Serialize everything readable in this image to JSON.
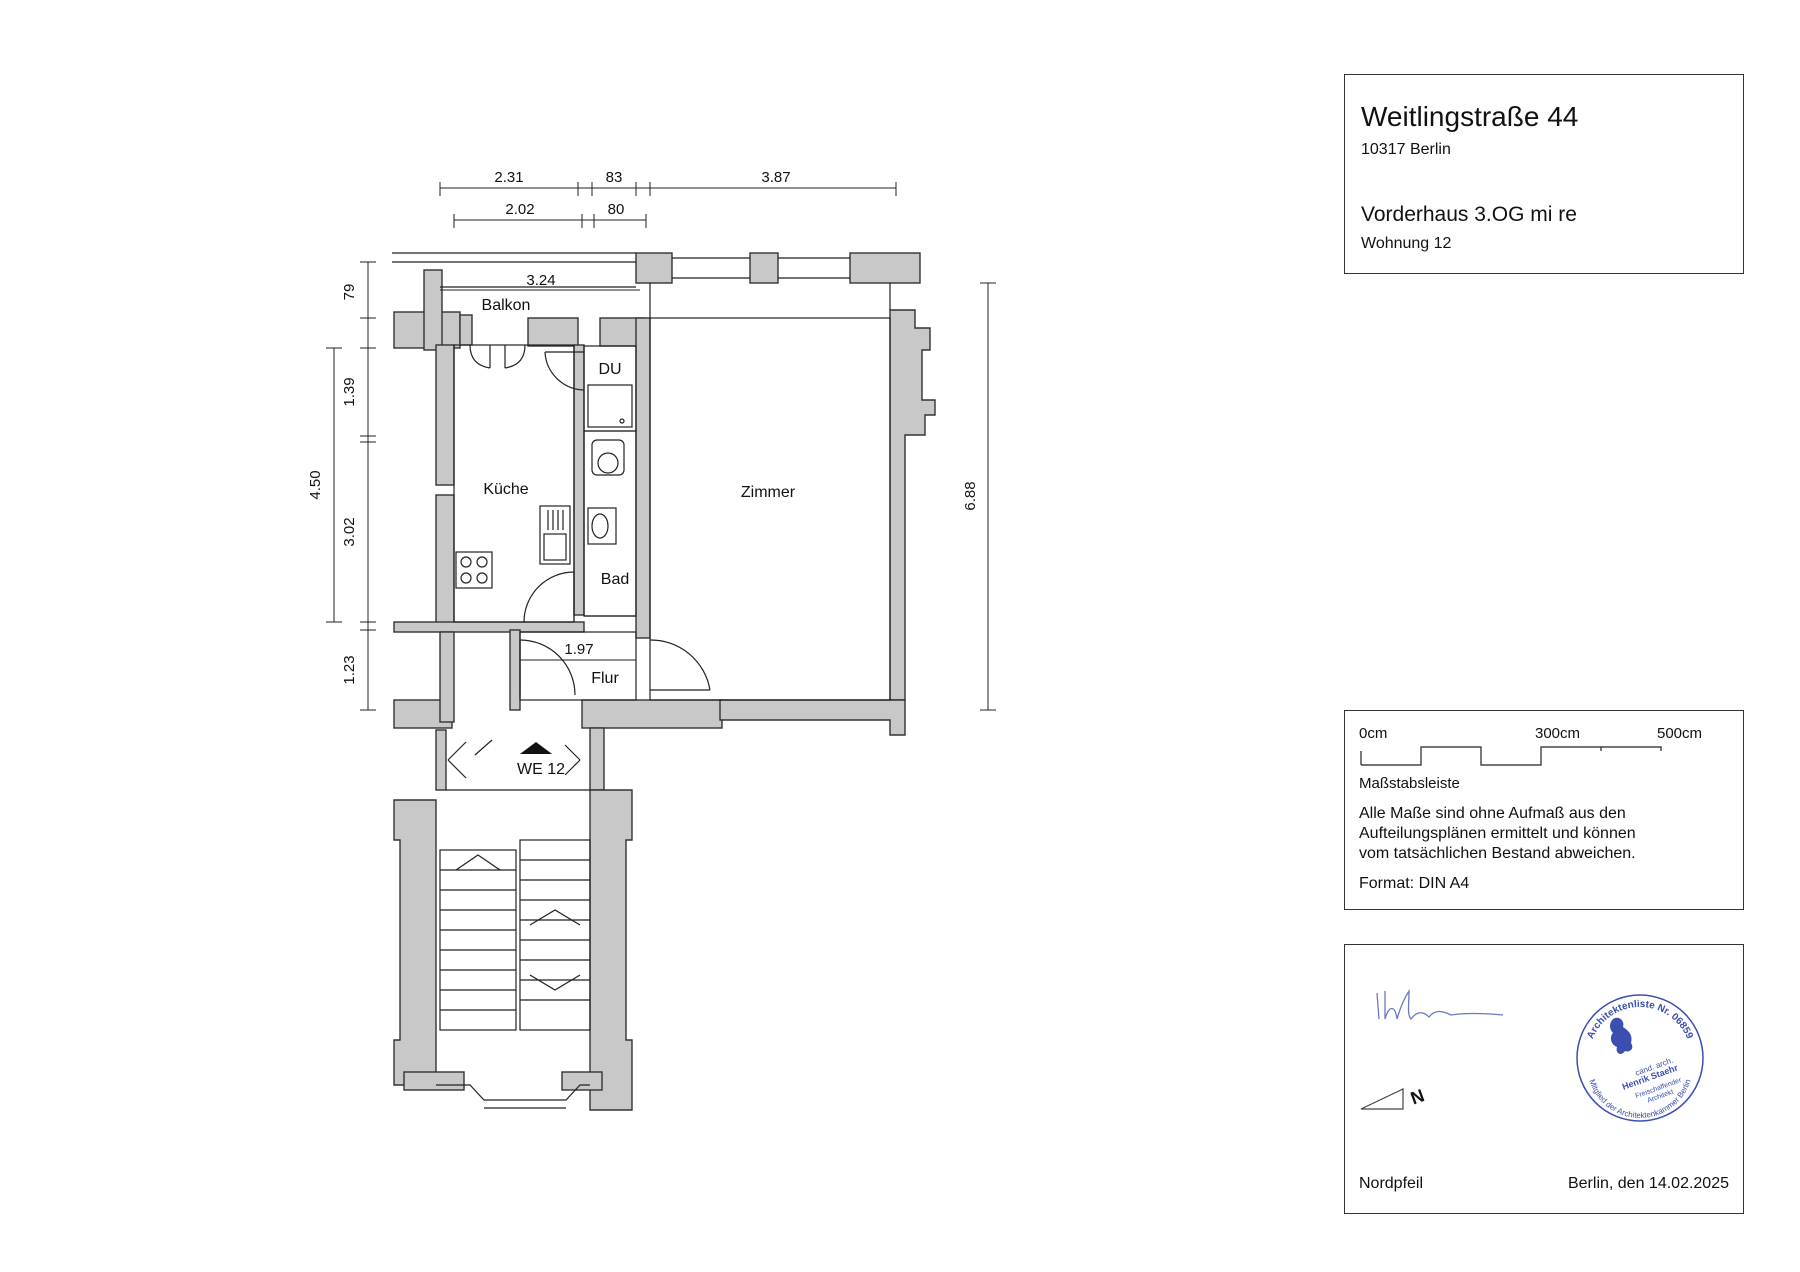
{
  "title_block": {
    "street": "Weitlingstraße 44",
    "city": "10317 Berlin",
    "building": "Vorderhaus 3.OG mi re",
    "unit": "Wohnung 12"
  },
  "scale_block": {
    "tick_0": "0cm",
    "tick_300": "300cm",
    "tick_500": "500cm",
    "scale_label": "Maßstabsleiste",
    "note_line1": "Alle Maße sind ohne Aufmaß aus den",
    "note_line2": "Aufteilungsplänen ermittelt und können",
    "note_line3": "vom tatsächlichen Bestand abweichen.",
    "format": "Format: DIN A4"
  },
  "sign_block": {
    "north_label": "Nordpfeil",
    "north_letter": "N",
    "date": "Berlin, den 14.02.2025",
    "stamp_outer": "Architektenliste Nr. 06859",
    "stamp_outer_bottom": "Mitglied der Architektenkammer Berlin",
    "stamp_line1": "cand. arch.",
    "stamp_line2": "Henrik Staehr",
    "stamp_line3": "Freischaffender",
    "stamp_line4": "Architekt"
  },
  "rooms": {
    "balkon": "Balkon",
    "du": "DU",
    "kueche": "Küche",
    "zimmer": "Zimmer",
    "bad": "Bad",
    "flur": "Flur",
    "entrance": "WE 12"
  },
  "dims": {
    "top1": "2.31",
    "top2": "83",
    "top3": "3.87",
    "sub1": "2.02",
    "sub2": "80",
    "balkon_w": "3.24",
    "flur_w": "1.97",
    "left_79": "79",
    "left_139": "1.39",
    "left_302": "3.02",
    "left_123": "1.23",
    "left_450": "4.50",
    "right_688": "6.88"
  },
  "colors": {
    "wall": "#c8c8c8",
    "stamp": "#3a4fb0"
  }
}
